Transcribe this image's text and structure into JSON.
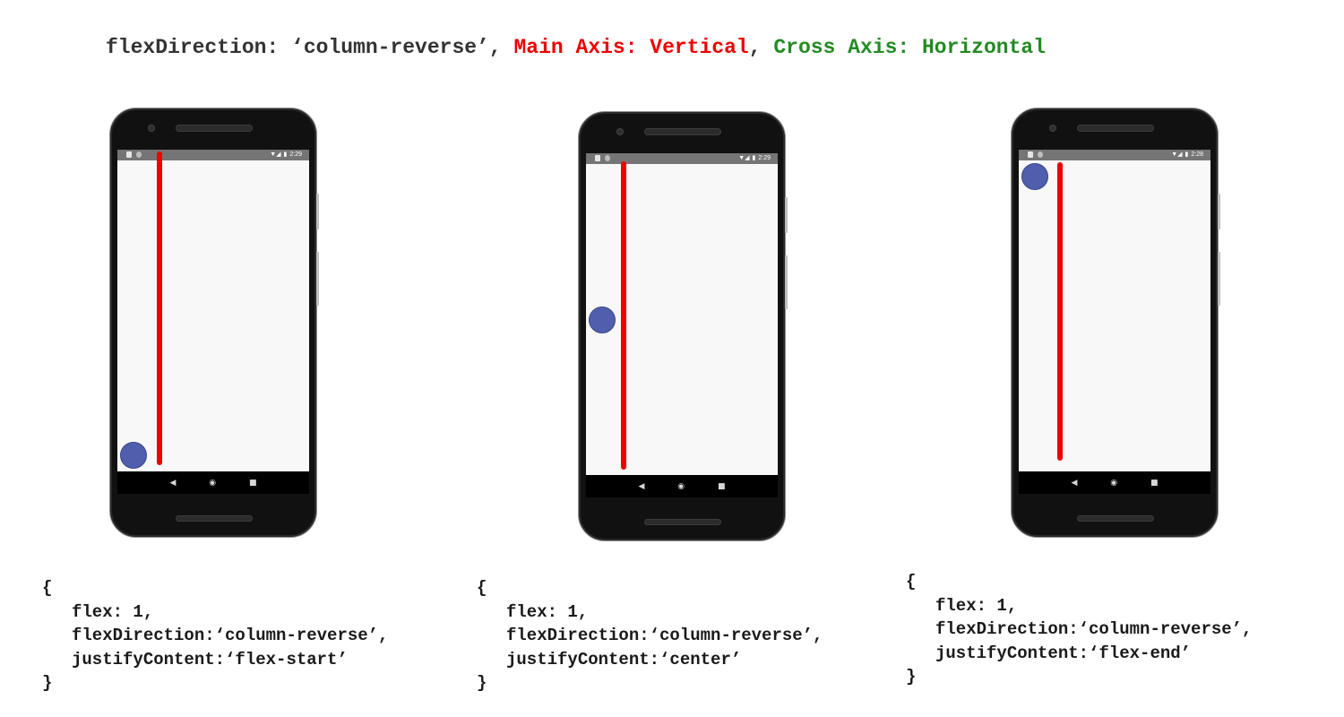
{
  "heading": {
    "prefix": "flexDirection: ‘column-reverse’",
    "sep1": ", ",
    "main_axis": "Main Axis: Vertical",
    "sep2": ", ",
    "cross_axis": "Cross Axis: Horizontal"
  },
  "colors": {
    "main_axis": "#ee0000",
    "cross_axis": "#228B22",
    "ball": "#4f5fad",
    "screen": "#f8f8f8"
  },
  "phones": [
    {
      "status_time": "2:29",
      "nav": {
        "back": "◀",
        "home": "◉",
        "recent": "■"
      },
      "code": {
        "open": "{",
        "flex": "flex: 1,",
        "flex_direction": "flexDirection:‘column-reverse’,",
        "justify_content": "justifyContent:‘flex-start’",
        "close": "}"
      }
    },
    {
      "status_time": "2:29",
      "nav": {
        "back": "◀",
        "home": "◉",
        "recent": "■"
      },
      "code": {
        "open": "{",
        "flex": "flex: 1,",
        "flex_direction": "flexDirection:‘column-reverse’,",
        "justify_content": "justifyContent:‘center’",
        "close": "}"
      }
    },
    {
      "status_time": "2:28",
      "nav": {
        "back": "◀",
        "home": "◉",
        "recent": "■"
      },
      "code": {
        "open": "{",
        "flex": "flex: 1,",
        "flex_direction": "flexDirection:‘column-reverse’,",
        "justify_content": "justifyContent:‘flex-end’",
        "close": "}"
      }
    }
  ]
}
